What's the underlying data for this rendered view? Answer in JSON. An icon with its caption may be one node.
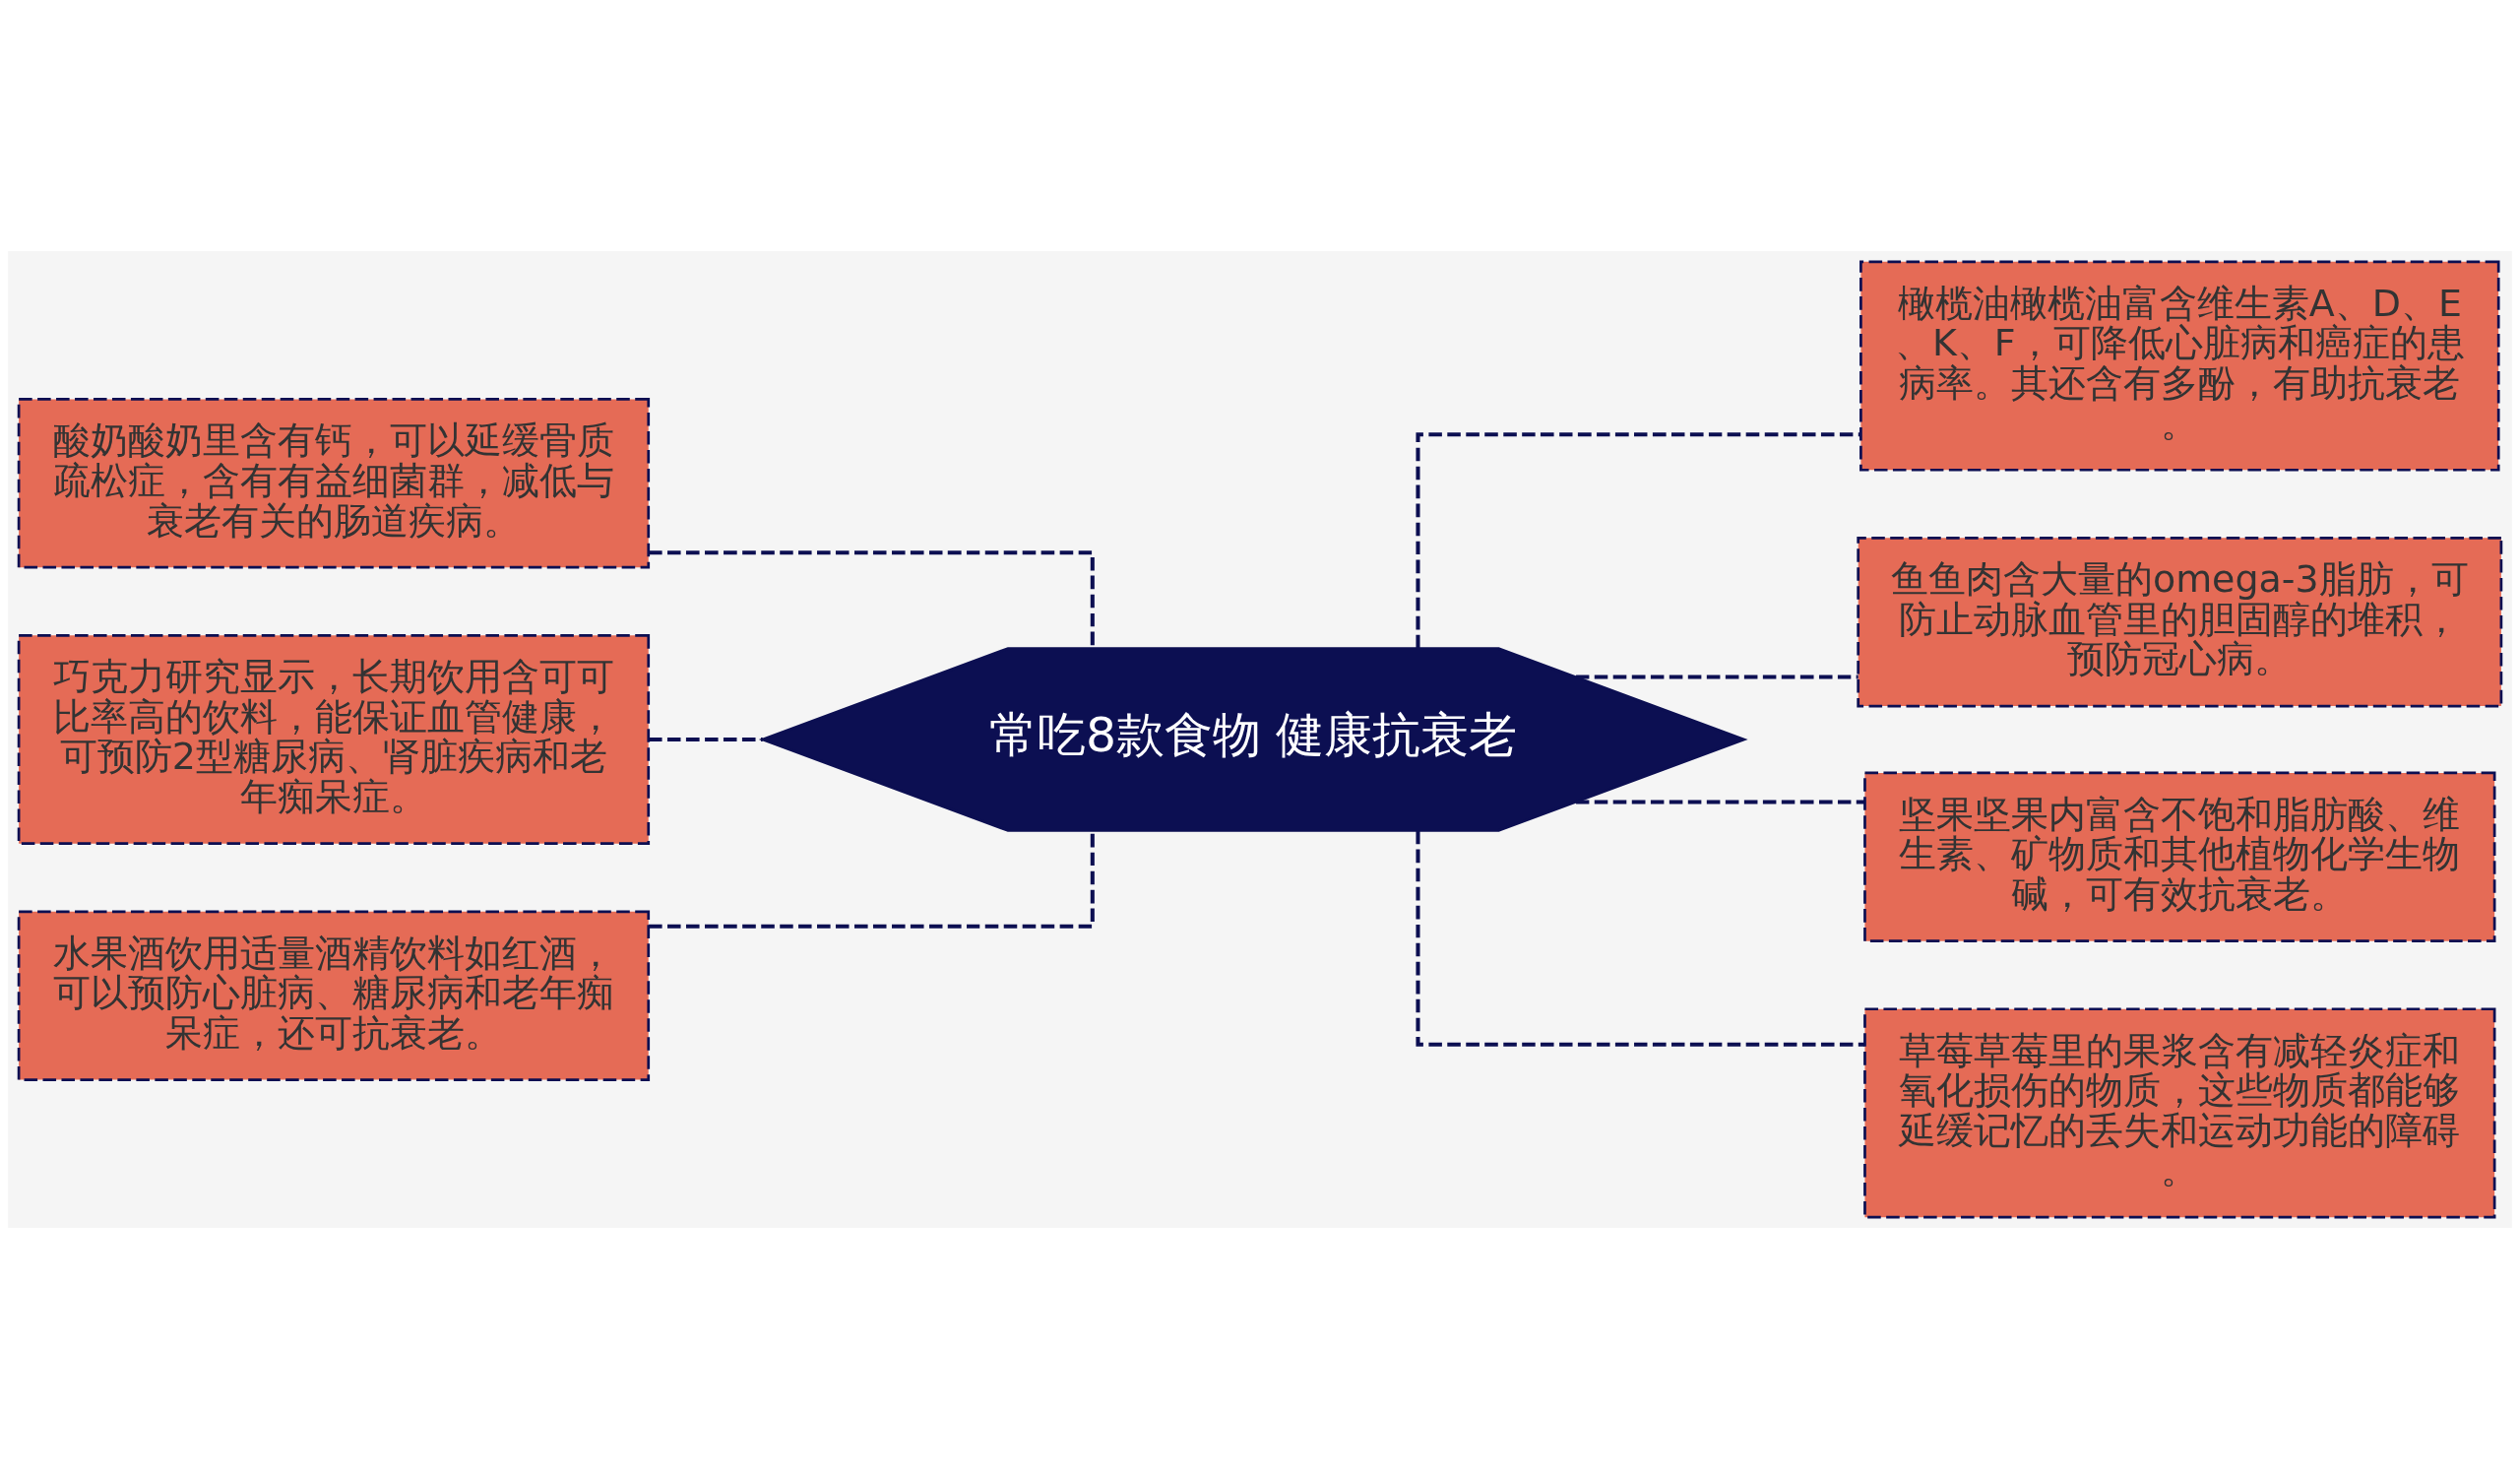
{
  "diagram": {
    "nodes": [
      {
        "text": [
          "常吃8款食物 健康抗衰老"
        ]
      },
      {
        "text": [
          "酸奶酸奶里含有钙，可以延缓骨质疏松症，含有有益细菌群，减低与衰老有关的肠道疾病。"
        ]
      },
      {
        "text": [
          "巧克力研究显示，长期饮用含可可比率高的饮料，能保证血管健康，可预防2型糖尿病、肾脏疾病和老年痴呆症。"
        ]
      },
      {
        "text": [
          "水果酒饮用适量酒精饮料如红酒，可以预防心脏病、糖尿病和老年痴呆症，还可抗衰老。"
        ]
      },
      {
        "text": [
          "橄榄油橄榄油富含维生素A、D、E、K、F，可降低心脏病和癌症的患病率。其还含有多酚，有助抗衰老。"
        ]
      },
      {
        "text": [
          "鱼鱼肉含大量的omega-3脂肪，可防止动脉血管里的胆固醇的堆积，预防冠心病。"
        ]
      },
      {
        "text": [
          "坚果坚果内富含不饱和脂肪酸、维生素、矿物质和其他植物化学生物碱，可有效抗衰老。"
        ]
      },
      {
        "text": [
          "草莓草莓里的果浆含有减轻炎症和氧化损伤的物质，这些物质都能够延缓记忆的丢失和运动功能的障碍。"
        ]
      }
    ],
    "edges": [
      {
        "from": 1,
        "to": 0,
        "arrow": "none",
        "style": "dashed"
      },
      {
        "from": 2,
        "to": 0,
        "arrow": "none",
        "style": "dashed"
      },
      {
        "from": 3,
        "to": 0,
        "arrow": "none",
        "style": "dashed"
      },
      {
        "from": 0,
        "to": 4,
        "arrow": "none",
        "style": "dashed"
      },
      {
        "from": 0,
        "to": 5,
        "arrow": "none",
        "style": "dashed"
      },
      {
        "from": 0,
        "to": 6,
        "arrow": "none",
        "style": "dashed"
      },
      {
        "from": 0,
        "to": 7,
        "arrow": "none",
        "style": "dashed"
      }
    ]
  }
}
